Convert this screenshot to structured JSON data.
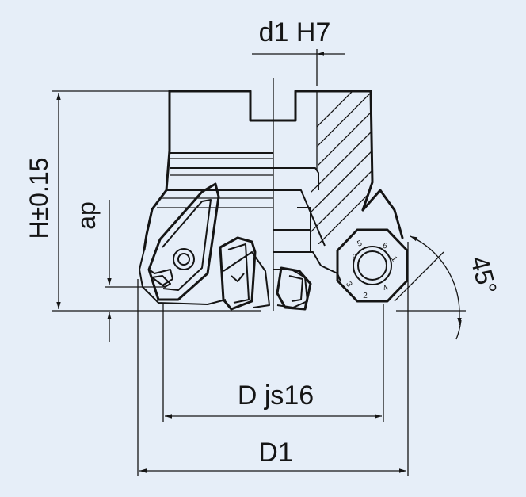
{
  "labels": {
    "bore": "d1 H7",
    "height": "H±0.15",
    "depth": "ap",
    "angle": "45°",
    "diameter": "D js16",
    "outer_diameter": "D1"
  },
  "insert_marks": [
    "5",
    "6",
    "1",
    "2",
    "3",
    "4"
  ],
  "colors": {
    "background": "#e6eef8",
    "line": "#151515"
  }
}
